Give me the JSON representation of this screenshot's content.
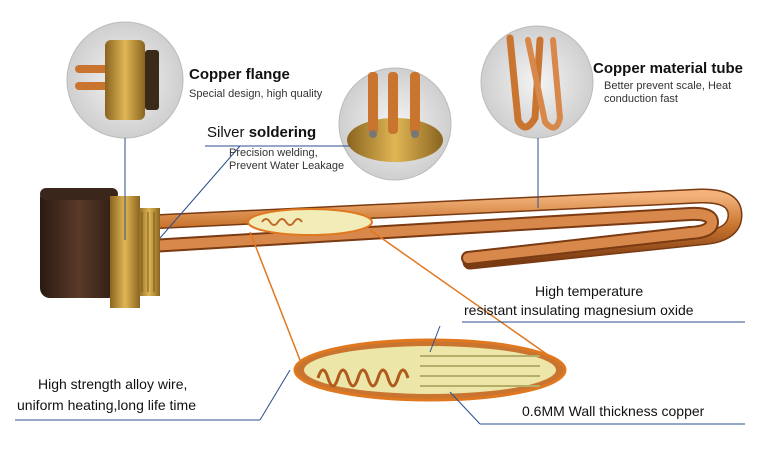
{
  "callouts": {
    "copper_flange": {
      "title": "Copper flange",
      "desc": "Special design, high quality"
    },
    "silver_soldering": {
      "title_part1": "Silver",
      "title_part2": "soldering",
      "desc_line1": "Precision welding,",
      "desc_line2": "Prevent Water Leakage"
    },
    "copper_tube": {
      "title": "Copper material tube",
      "desc_line1": "Better prevent scale, Heat",
      "desc_line2": "conduction fast"
    },
    "magnesium_oxide": {
      "line1": "High temperature",
      "line2": "resistant  insulating magnesium oxide"
    },
    "alloy_wire": {
      "line1": "High strength alloy wire,",
      "line2": "uniform heating,long life time"
    },
    "wall_thickness": {
      "text": "0.6MM   Wall thickness copper"
    }
  },
  "colors": {
    "copper": "#c9752f",
    "copper_dark": "#8a4415",
    "brass": "#c99a3a",
    "leader": "#2a4f8a",
    "highlight": "#e0781f",
    "magnesia": "#e8e3a6"
  }
}
